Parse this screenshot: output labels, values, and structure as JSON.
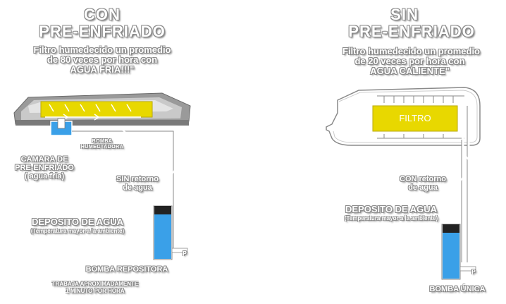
{
  "left": {
    "title_line1": "CON",
    "title_line2": "PRE-ENFRIADO",
    "description_line1": "Filtro humedecido un promedio",
    "description_line2": "de 80 veces por hora con",
    "description_line3": "AGUA FRIA!!!\"",
    "chamber_label_line1": "CAMARA DE",
    "chamber_label_line2": "PRE-ENFRIADO",
    "chamber_label_line3": "( agua fria)",
    "pump_label_line1": "BOMBA",
    "pump_label_line2": "HUMECTADORA",
    "return_label_line1": "SIN retorno",
    "return_label_line2": "de agua",
    "tank_label": "DEPOSITO DE AGUA",
    "tank_sub": "(Temperatura mayor a la ambiente)",
    "pump2_label": "BOMBA REPOSITORA",
    "note_line1": "TRABAJA APROXIMADAMENTE",
    "note_line2": "1 MINUTO POR HORA",
    "pipe_marker": "P"
  },
  "right": {
    "title_line1": "SIN",
    "title_line2": "PRE-ENFRIADO",
    "description_line1": "Filtro humedecido un promedio",
    "description_line2": "de 20 veces por hora con",
    "description_line3": "AGUA CALIENTE\"",
    "filter_label": "FILTRO",
    "return_label_line1": "CON retorno",
    "return_label_line2": "de agua",
    "tank_label": "DEPOSITO DE AGUA",
    "tank_sub": "(Temperatura mayor a la ambiente)",
    "pump_label": "BOMBA ÚNICA",
    "pipe_marker": "P"
  },
  "colors": {
    "filter_yellow": "#e8d800",
    "water_blue": "#3aa0e8",
    "unit_gray": "#b8b8b8",
    "outline_white": "#ffffff"
  }
}
